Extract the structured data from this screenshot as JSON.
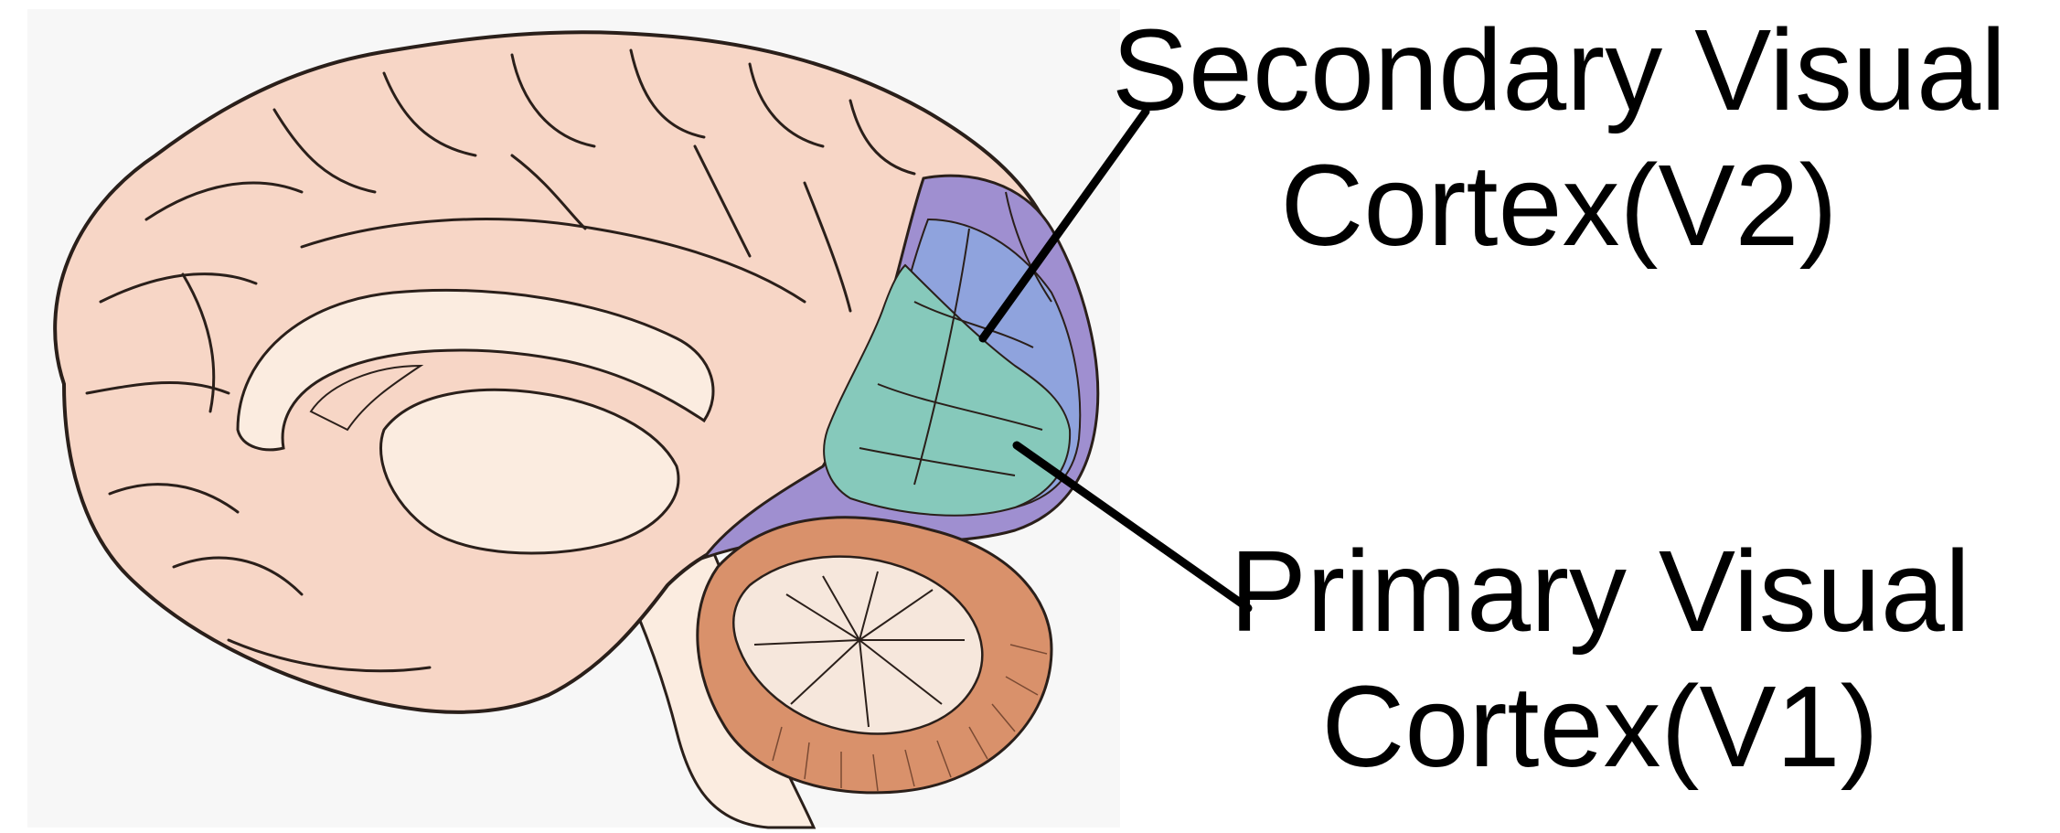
{
  "labels": {
    "secondary": {
      "line1": "Secondary Visual",
      "line2": "Cortex(V2)"
    },
    "primary": {
      "line1": "Primary Visual",
      "line2": "Cortex(V1)"
    }
  },
  "colors": {
    "background": "#ffffff",
    "cortex": "#f7d6c6",
    "inner_brain": "#fbece0",
    "v1_region": "#86c9bb",
    "v2_region": "#8fa3dd",
    "occipital_outer": "#9f8fd0",
    "cerebellum": "#d9916b",
    "cerebellum_inner": "#f6e7dc",
    "outline": "#2a1f1a",
    "pointer_line": "#000000"
  }
}
